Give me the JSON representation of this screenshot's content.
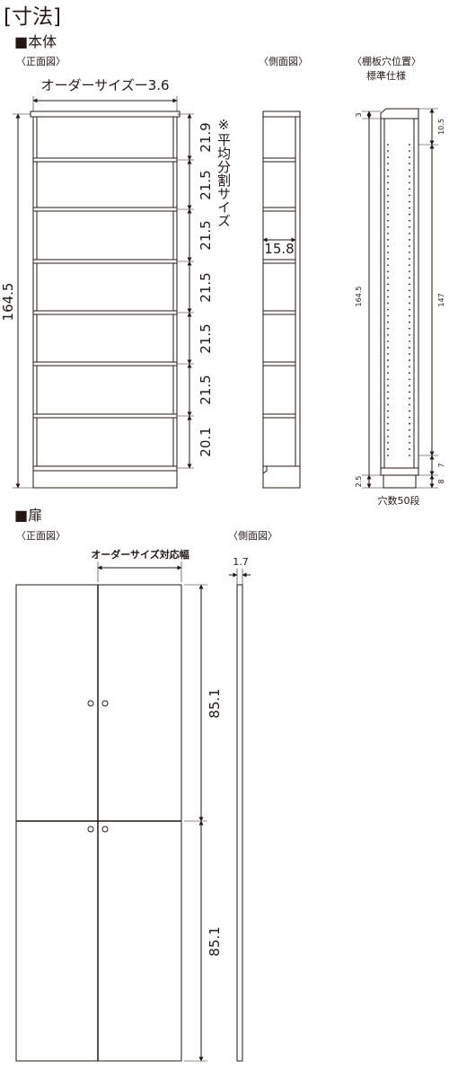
{
  "title": "[寸法]",
  "body_section": {
    "heading": "■本体",
    "front_label": "〈正面図〉",
    "side_label": "〈側面図〉",
    "shelf_label": "〈棚板穴位置〉",
    "shelf_sub": "標準仕様",
    "width_dim": "オーダーサイズー3.6",
    "height_dim": "164.5",
    "note": "※平均分割サイズ",
    "shelf_spacings": [
      "21.9",
      "21.5",
      "21.5",
      "21.5",
      "21.5",
      "21.5",
      "20.1"
    ],
    "depth_dim": "15.8",
    "hole_top": "3",
    "hole_top_right": "10.5",
    "hole_height_left": "164.5",
    "hole_height_right": "147",
    "hole_bottom_left": "2.5",
    "hole_bottom_right_1": "7",
    "hole_bottom_right_2": "8",
    "hole_count": "穴数50段"
  },
  "door_section": {
    "heading": "■扉",
    "front_label": "〈正面図〉",
    "side_label": "〈側面図〉",
    "width_dim": "オーダーサイズ対応幅",
    "thickness_dim": "1.7",
    "upper_height": "85.1",
    "lower_height": "85.1"
  }
}
